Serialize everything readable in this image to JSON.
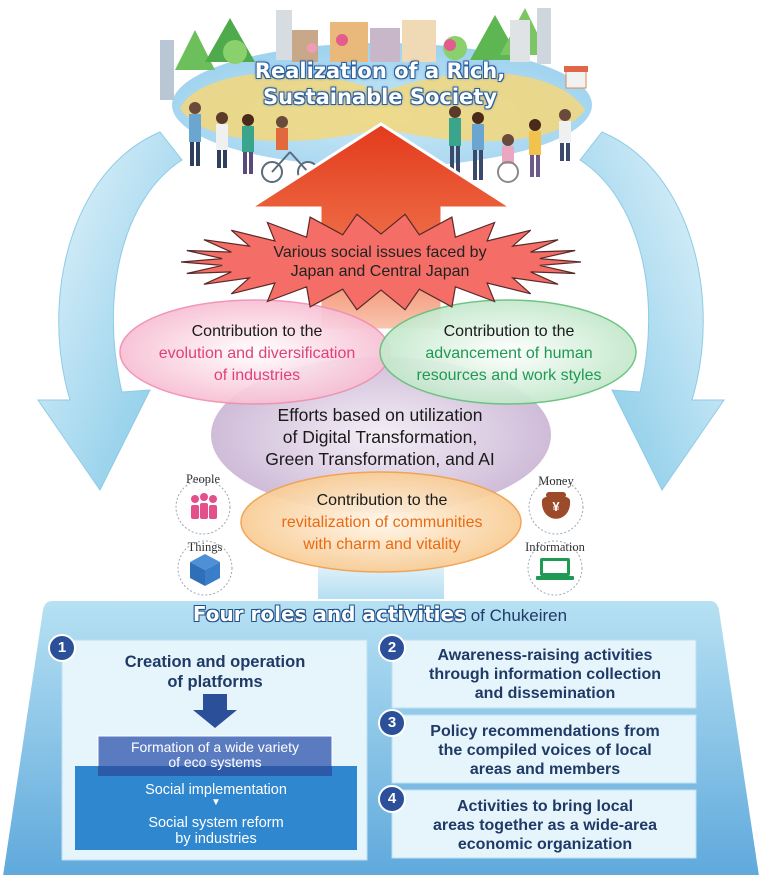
{
  "title": {
    "line1": "Realization of a Rich,",
    "line2": "Sustainable Society"
  },
  "issues": {
    "line1": "Various social issues faced by",
    "line2": "Japan and Central Japan"
  },
  "contributions": {
    "industries": {
      "prefix": "Contribution to the",
      "line1": "evolution and diversification",
      "line2": "of industries"
    },
    "human": {
      "prefix": "Contribution to the",
      "line1": "advancement of human",
      "line2": "resources and work styles"
    },
    "communities": {
      "prefix": "Contribution to the",
      "line1": "revitalization of communities",
      "line2": "with charm and vitality"
    }
  },
  "center": {
    "line1": "Efforts based on utilization",
    "line2": "of Digital Transformation,",
    "line3": "Green Transformation, and AI"
  },
  "resources": {
    "people": "People",
    "things": "Things",
    "money": "Money",
    "money_symbol": "¥",
    "information": "Information"
  },
  "four_roles": {
    "title_big": "Four roles and activities",
    "title_small": " of Chukeiren"
  },
  "roles": [
    {
      "num": "1",
      "title_line1": "Creation and operation",
      "title_line2": "of platforms"
    },
    {
      "num": "2",
      "line1": "Awareness-raising activities",
      "line2": "through information collection",
      "line3": "and dissemination"
    },
    {
      "num": "3",
      "line1": "Policy recommendations from",
      "line2": "the compiled voices of local",
      "line3": "areas and members"
    },
    {
      "num": "4",
      "line1": "Activities to bring local",
      "line2": "areas together as a wide-area",
      "line3": "economic organization"
    }
  ],
  "platform_flow": {
    "formation_line1": "Formation of a wide variety",
    "formation_line2": "of eco systems",
    "social_impl": "Social implementation",
    "arrow": "▼",
    "reform_line1": "Social system reform",
    "reform_line2": "by industries"
  },
  "colors": {
    "pink": "#e0407a",
    "green": "#1f9a52",
    "orange": "#ea6a12",
    "navy": "#1f3a66",
    "badge": "#2c4f9a"
  }
}
